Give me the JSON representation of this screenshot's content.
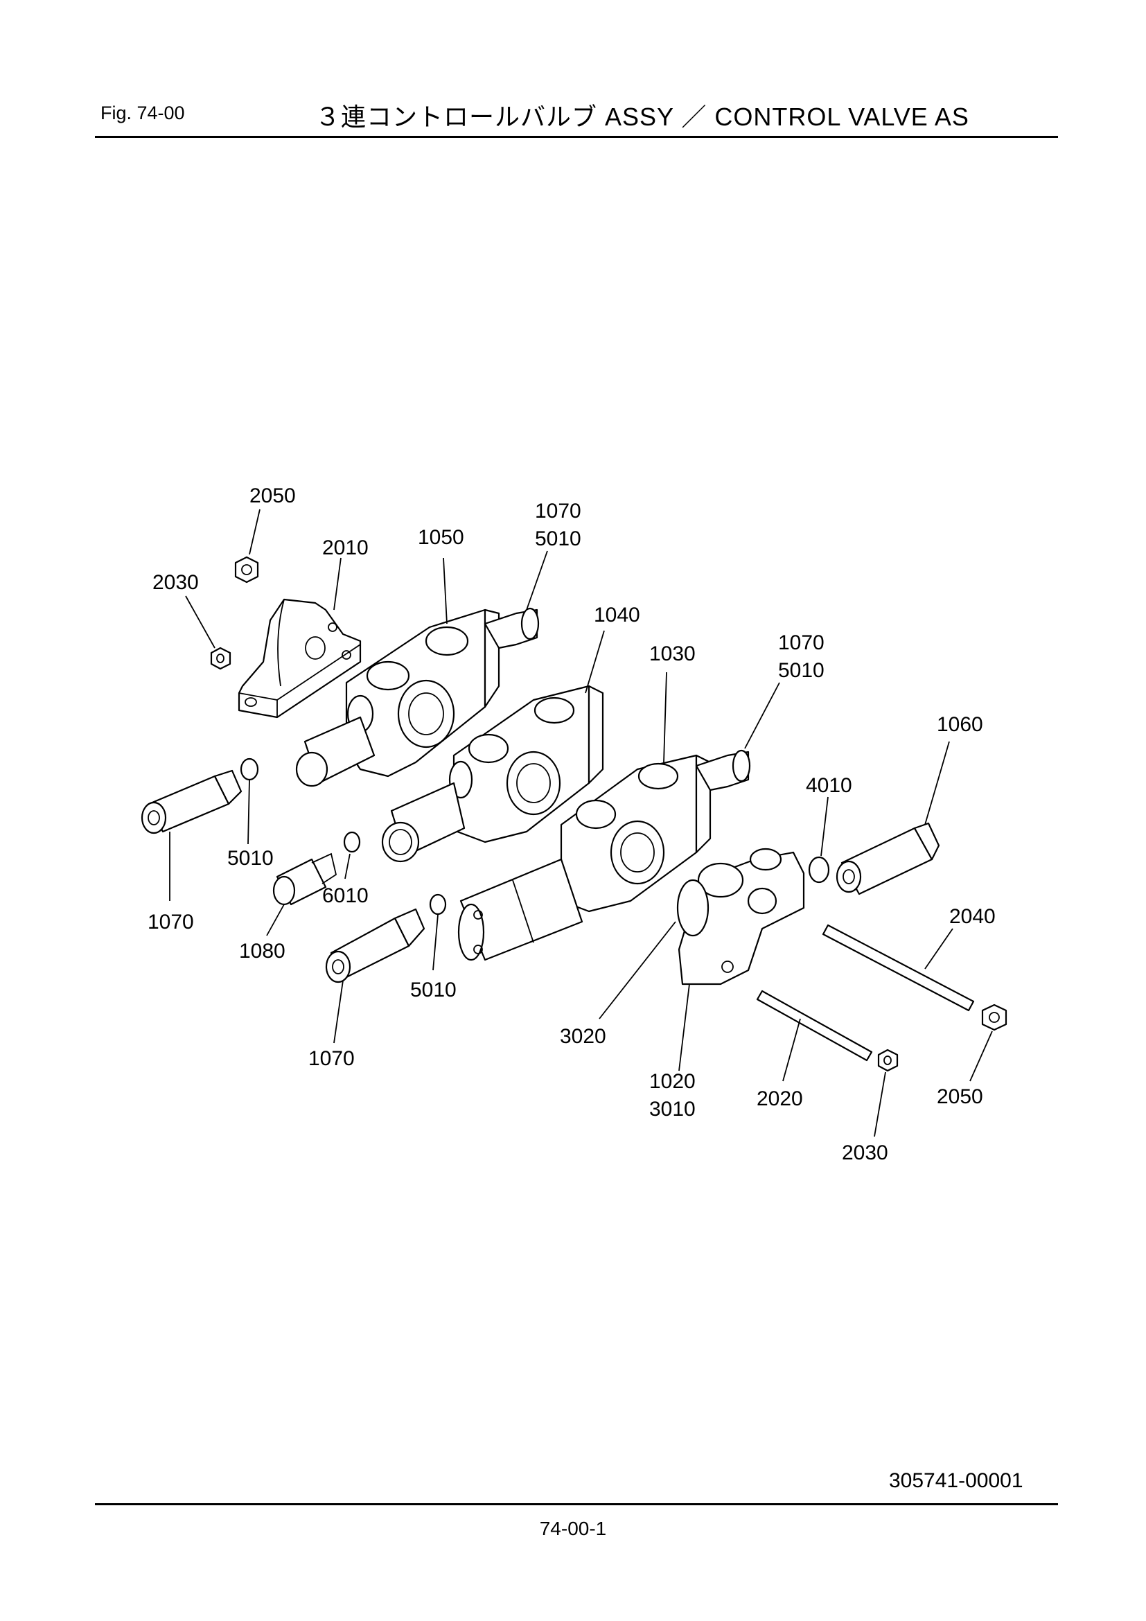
{
  "header": {
    "fig_label": "Fig.  74-00",
    "title": "３連コントロールバルブ ASSY ／ CONTROL  VALVE  AS"
  },
  "callouts": [
    {
      "id": "c2050a",
      "text": "2050"
    },
    {
      "id": "c2010",
      "text": "2010"
    },
    {
      "id": "c2030a",
      "text": "2030"
    },
    {
      "id": "c1050",
      "text": "1050"
    },
    {
      "id": "c1070a",
      "text": "1070"
    },
    {
      "id": "c5010a",
      "text": "5010"
    },
    {
      "id": "c1040",
      "text": "1040"
    },
    {
      "id": "c1030",
      "text": "1030"
    },
    {
      "id": "c1070b",
      "text": "1070"
    },
    {
      "id": "c5010b",
      "text": "5010"
    },
    {
      "id": "c1060",
      "text": "1060"
    },
    {
      "id": "c4010",
      "text": "4010"
    },
    {
      "id": "c5010c",
      "text": "5010"
    },
    {
      "id": "c1070c",
      "text": "1070"
    },
    {
      "id": "c6010",
      "text": "6010"
    },
    {
      "id": "c1080",
      "text": "1080"
    },
    {
      "id": "c2040",
      "text": "2040"
    },
    {
      "id": "c5010d",
      "text": "5010"
    },
    {
      "id": "c3020",
      "text": "3020"
    },
    {
      "id": "c1070d",
      "text": "1070"
    },
    {
      "id": "c1020",
      "text": "1020"
    },
    {
      "id": "c3010",
      "text": "3010"
    },
    {
      "id": "c2020",
      "text": "2020"
    },
    {
      "id": "c2050b",
      "text": "2050"
    },
    {
      "id": "c2030b",
      "text": "2030"
    }
  ],
  "footer": {
    "doc_number": "305741-00001",
    "page_number": "74-00-1"
  }
}
